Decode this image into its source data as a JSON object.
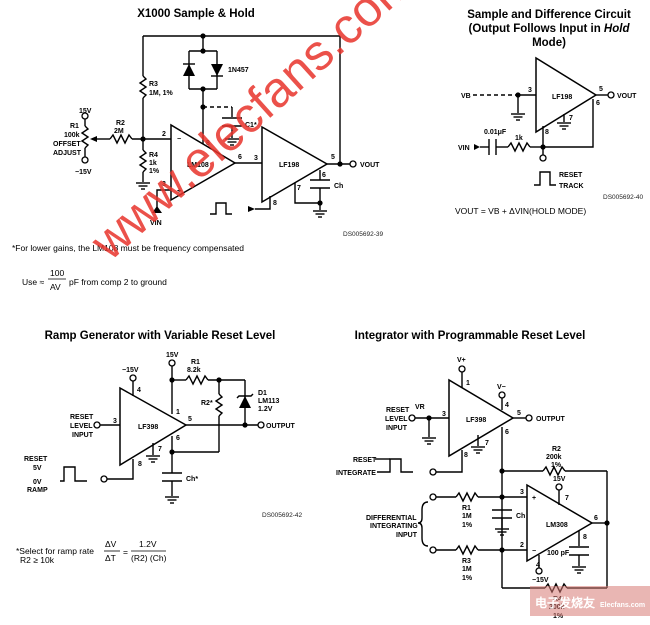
{
  "watermark": "www.elecfans.com",
  "logo": {
    "cn": "电子发烧友",
    "en": "Elecfans.com"
  },
  "circuit1": {
    "title": "X1000 Sample & Hold",
    "labels": {
      "v15": "15V",
      "vm15": "−15V",
      "r1": "R1",
      "r1v": "100k",
      "offset": "OFFSET",
      "adjust": "ADJUST",
      "r2": "R2",
      "r2v": "2M",
      "r3": "R3",
      "r3v": "1M, 1%",
      "r4": "R4",
      "r4v": "1k",
      "r4t": "1%",
      "diode": "1N457",
      "c1": "C1*",
      "opamp1": "LM108",
      "opamp2": "LF198",
      "ch": "Ch",
      "vin": "VIN",
      "vout": "VOUT",
      "p2": "2",
      "p3": "3",
      "p6": "6",
      "p8": "8",
      "p3b": "3",
      "p5": "5",
      "p6b": "6",
      "p7": "7",
      "p8b": "8",
      "minus": "−",
      "plus": "+"
    },
    "code": "DS005692-39",
    "note1": "*For lower gains, the LM108 must be frequency compensated",
    "note2_pre": "Use ≈",
    "note2_num": "100",
    "note2_den": "AV",
    "note2_post": "pF from comp 2 to ground"
  },
  "circuit2": {
    "title_l1": "Sample and Difference Circuit",
    "title_l2a": "(Output Follows Input in ",
    "title_l2b": "Hold",
    "title_l3": "Mode)",
    "labels": {
      "vb": "VB",
      "vin": "VIN",
      "vout": "VOUT",
      "opamp": "LF198",
      "cap": "0.01μF",
      "res": "1k",
      "reset": "RESET",
      "track": "TRACK",
      "p3": "3",
      "p5": "5",
      "p6": "6",
      "p7": "7",
      "p8": "8"
    },
    "code": "DS005692-40",
    "formula": "VOUT = VB + ΔVIN(HOLD MODE)"
  },
  "circuit3": {
    "title": "Ramp Generator with Variable Reset Level",
    "labels": {
      "v15": "15V",
      "vm15": "−15V",
      "r1": "R1",
      "r1v": "8.2k",
      "r2": "R2*",
      "d1": "D1",
      "d1p": "LM113",
      "d1v": "1.2V",
      "reset_level": "RESET",
      "reset_level2": "LEVEL",
      "reset_level3": "INPUT",
      "opamp": "LF398",
      "output": "OUTPUT",
      "reset": "RESET",
      "v5": "5V",
      "v0": "0V",
      "ramp": "RAMP",
      "ch": "Ch*",
      "p1": "1",
      "p3": "3",
      "p4": "4",
      "p5": "5",
      "p6": "6",
      "p7": "7",
      "p8": "8"
    },
    "code": "DS005692-42",
    "note1": "*Select for ramp rate",
    "note2": "R2 ≥ 10k",
    "frac1_num": "ΔV",
    "frac1_den": "ΔT",
    "eq": "=",
    "frac2_num": "1.2V",
    "frac2_den": "(R2) (Ch)"
  },
  "circuit4": {
    "title": "Integrator with Programmable Reset Level",
    "labels": {
      "vplus": "V+",
      "vminus": "V−",
      "vr": "VR",
      "reset_level": "RESET",
      "reset_level2": "LEVEL",
      "reset_level3": "INPUT",
      "opamp1": "LF398",
      "output": "OUTPUT",
      "reset": "RESET",
      "integrate": "INTEGRATE",
      "r2": "R2",
      "r2v": "200k",
      "r2t": "1%",
      "v15": "15V",
      "vm15": "−15V",
      "diff1": "DIFFERENTIAL",
      "diff2": "INTEGRATING",
      "diff3": "INPUT",
      "r1": "R1",
      "r1v": "1M",
      "r1t": "1%",
      "r3": "R3",
      "r3v": "1M",
      "r3t": "1%",
      "ch": "Ch",
      "opamp2": "LM308",
      "c100": "100 pF",
      "r4": "R4",
      "r4v": "200k",
      "r4t": "1%",
      "p1": "1",
      "p3": "3",
      "p4": "4",
      "p5": "5",
      "p6": "6",
      "p7": "7",
      "p8": "8",
      "q2": "2",
      "q3": "3",
      "q4": "4",
      "q6": "6",
      "q7": "7",
      "q8": "8",
      "plus": "+",
      "minus": "−"
    }
  }
}
